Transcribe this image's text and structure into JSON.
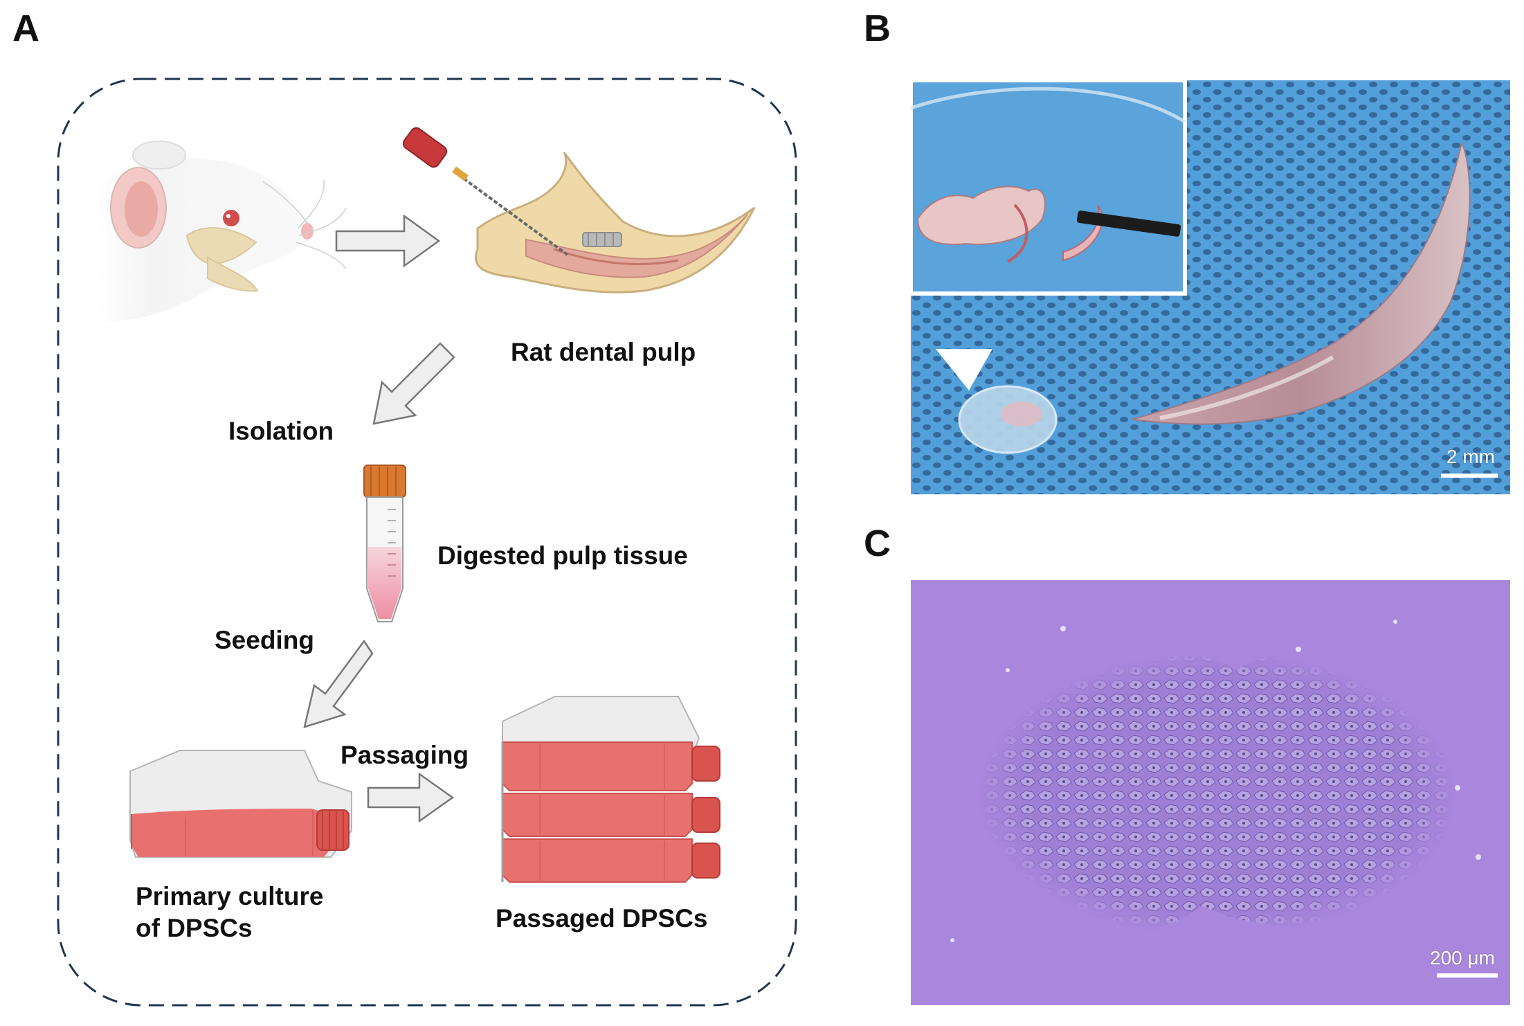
{
  "panels": {
    "a": {
      "letter": "A",
      "steps": {
        "dental_pulp": "Rat dental pulp",
        "isolation": "Isolation",
        "digested": "Digested pulp tissue",
        "seeding": "Seeding",
        "passaging": "Passaging",
        "primary_line1": "Primary culture",
        "primary_line2": "of DPSCs",
        "passaged": "Passaged DPSCs"
      }
    },
    "b": {
      "letter": "B",
      "scale_bar": "2 mm"
    },
    "c": {
      "letter": "C",
      "scale_bar": "200 μm"
    }
  },
  "colors": {
    "frame_dash": "#1f3550",
    "arrow_fill": "#eeeeee",
    "arrow_stroke": "#777777",
    "medium_pink": "#e8716f",
    "tube_cap": "#d9782f",
    "mat_blue": "#4a9ad8",
    "microscopy_purple": "#a987dc"
  },
  "icons": [
    "rat-head-icon",
    "endodontic-file-icon",
    "jaw-bone-icon",
    "centrifuge-tube-icon",
    "culture-flask-icon",
    "flask-stack-icon",
    "arrowhead-marker-icon"
  ]
}
